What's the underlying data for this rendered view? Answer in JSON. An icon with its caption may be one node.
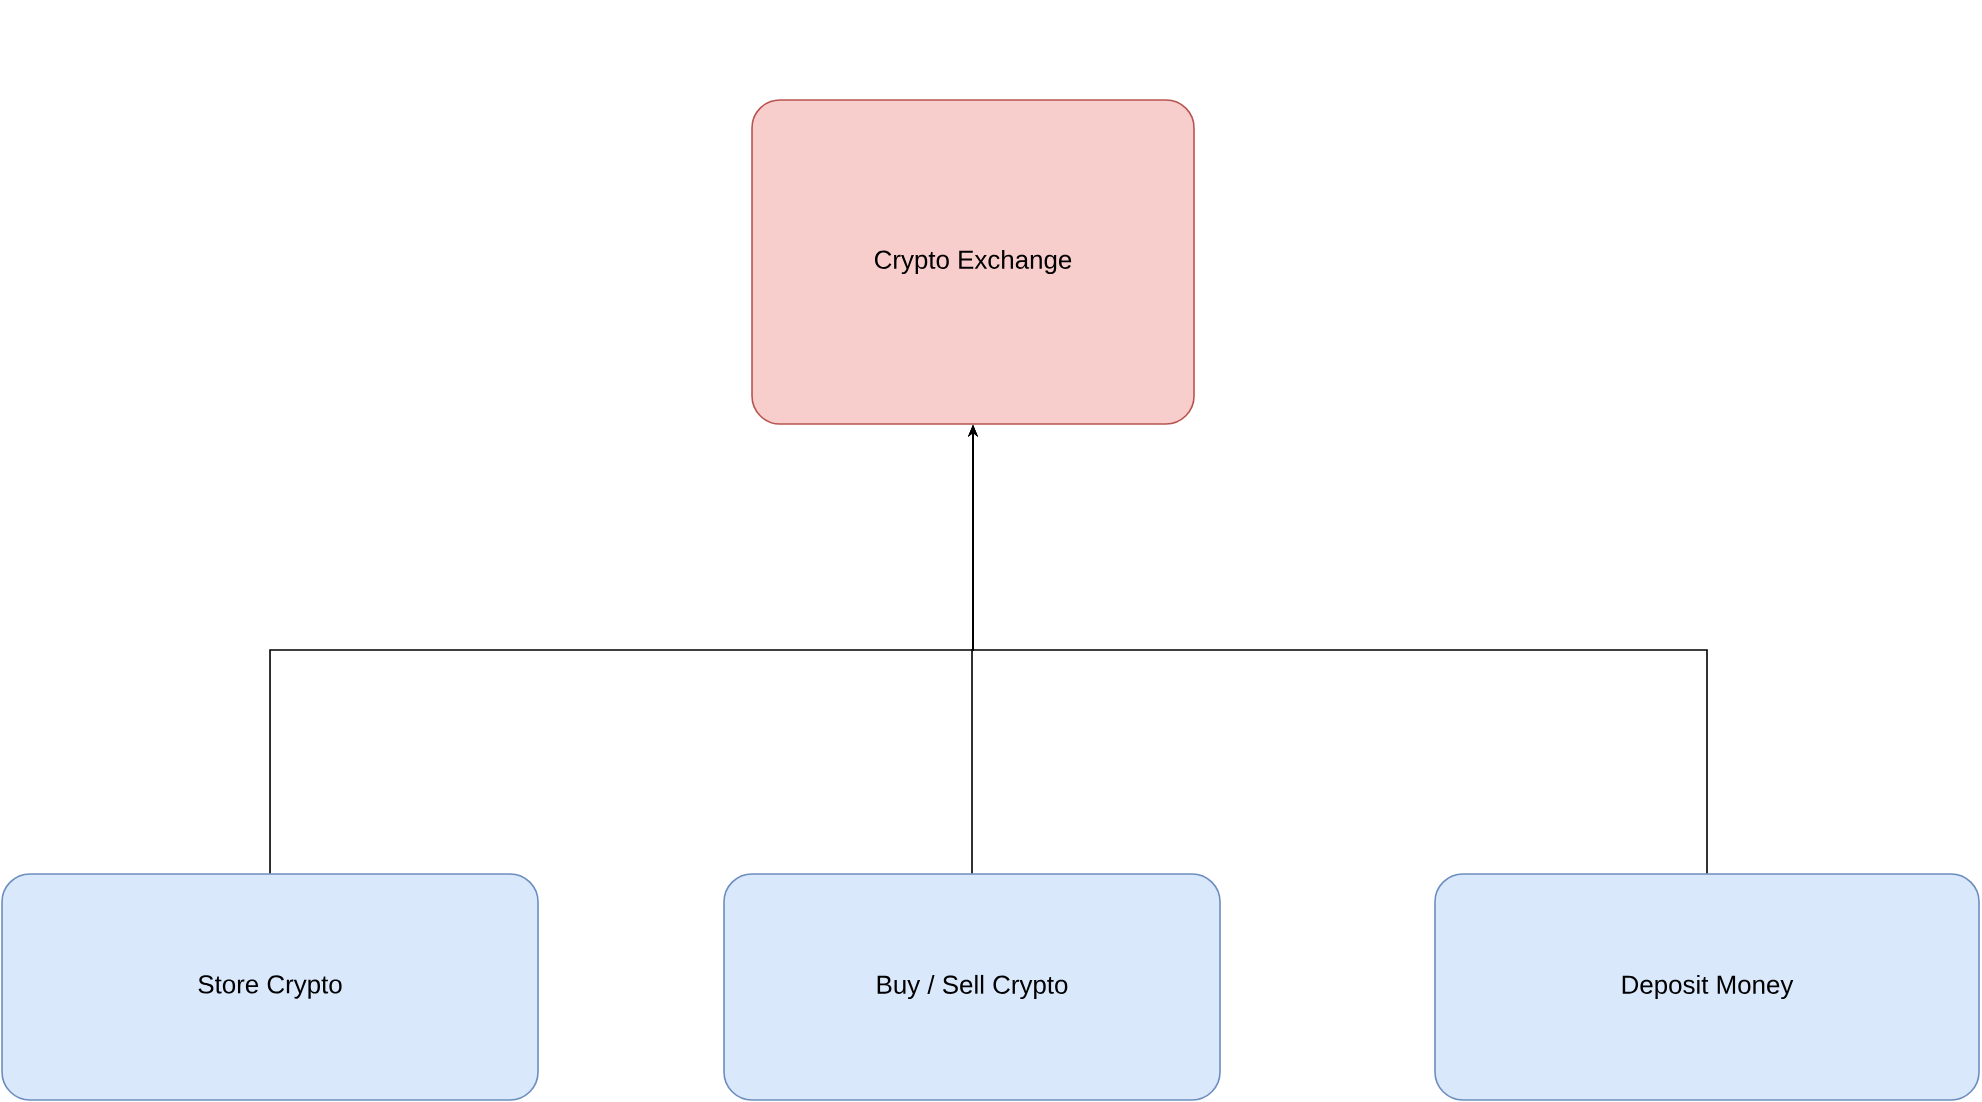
{
  "diagram": {
    "nodes": [
      {
        "text": [
          "Crypto Exchange"
        ]
      },
      {
        "text": [
          "Store Crypto"
        ]
      },
      {
        "text": [
          "Buy / Sell Crypto"
        ]
      },
      {
        "text": [
          "Deposit Money"
        ]
      }
    ],
    "edges": [
      {
        "from": 1,
        "to": 0,
        "arrow": "to"
      },
      {
        "from": 2,
        "to": 0,
        "arrow": "to"
      },
      {
        "from": 3,
        "to": 0,
        "arrow": "to"
      }
    ]
  }
}
